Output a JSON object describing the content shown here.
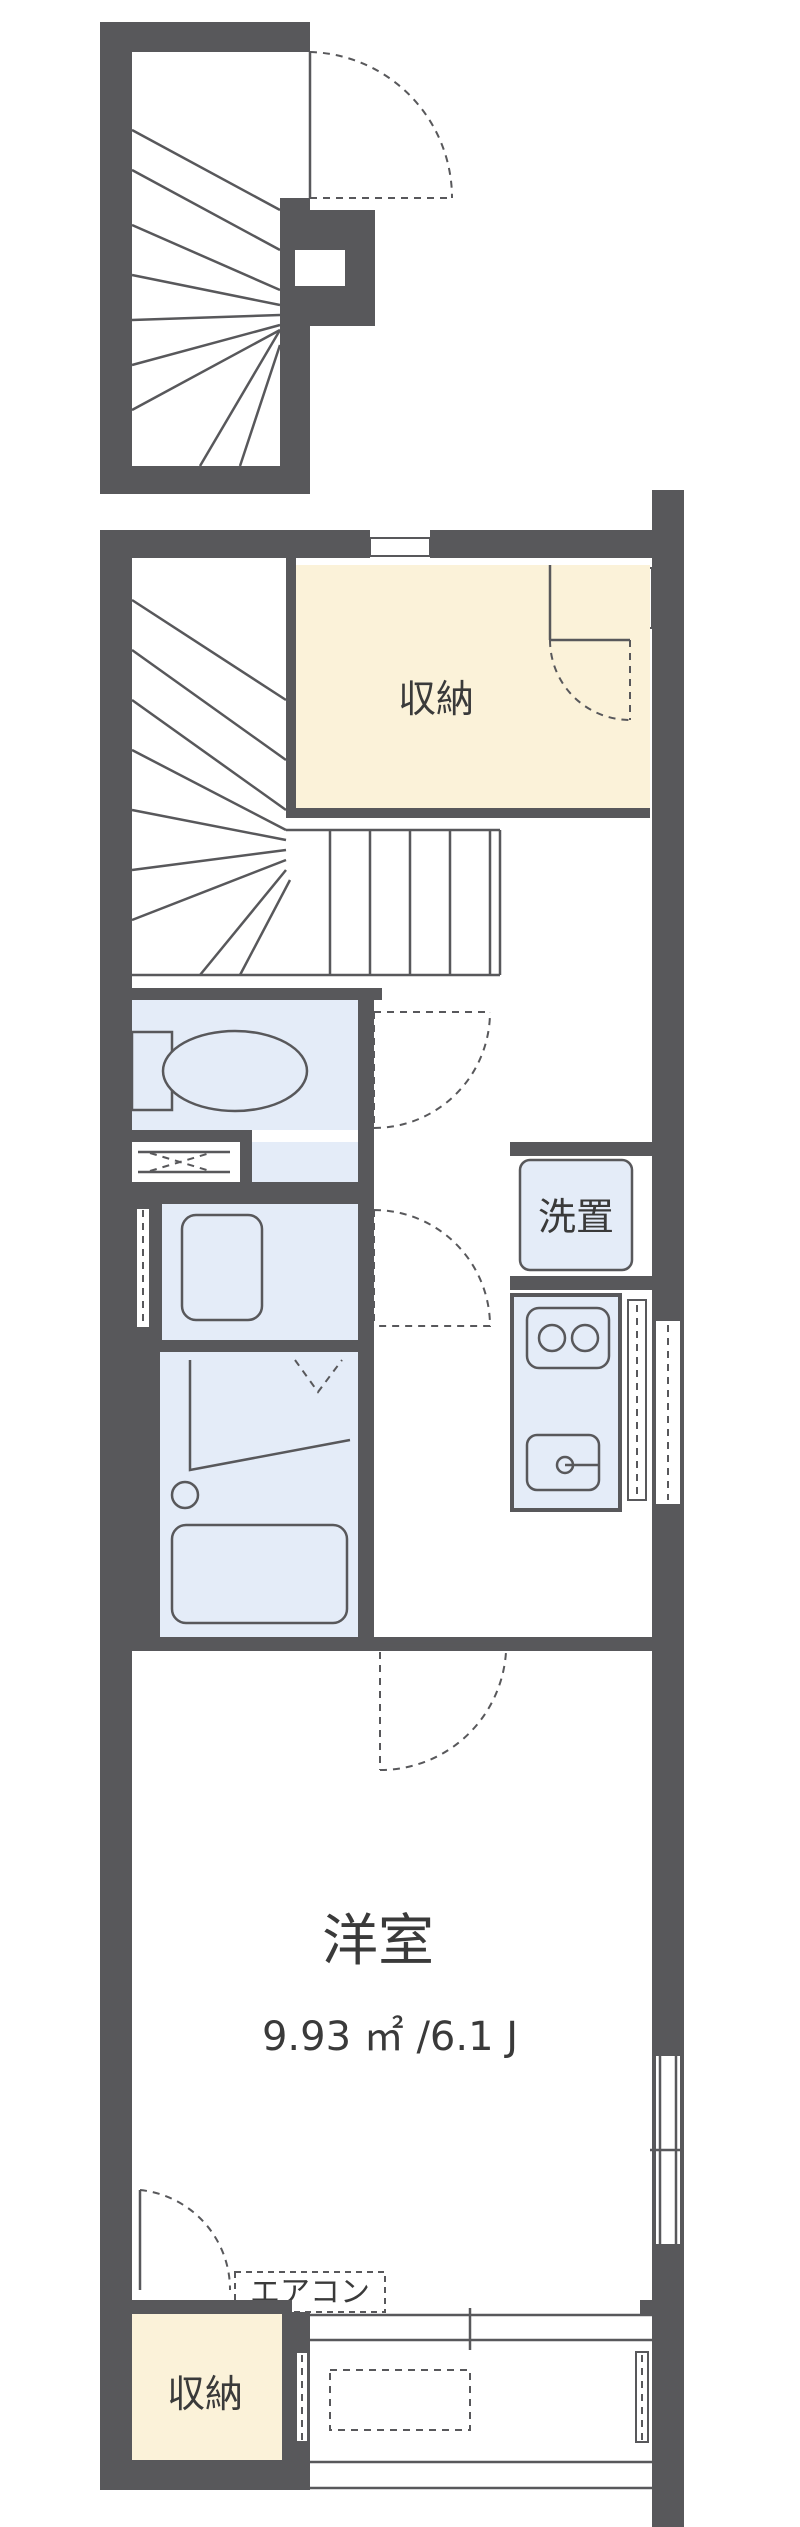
{
  "floor_plan": {
    "storage_upper_label": "収納",
    "laundry_label": "洗置",
    "western_room": {
      "label": "洋室",
      "area_text": "9.93 ㎡ /6.1 J"
    },
    "aircon_label": "エアコン",
    "storage_lower_label": "収納"
  },
  "colors": {
    "wall": "#58585b",
    "storage_fill": "#fbf2d9",
    "wet_area_fill": "#e4ecf8",
    "background": "#ffffff"
  }
}
